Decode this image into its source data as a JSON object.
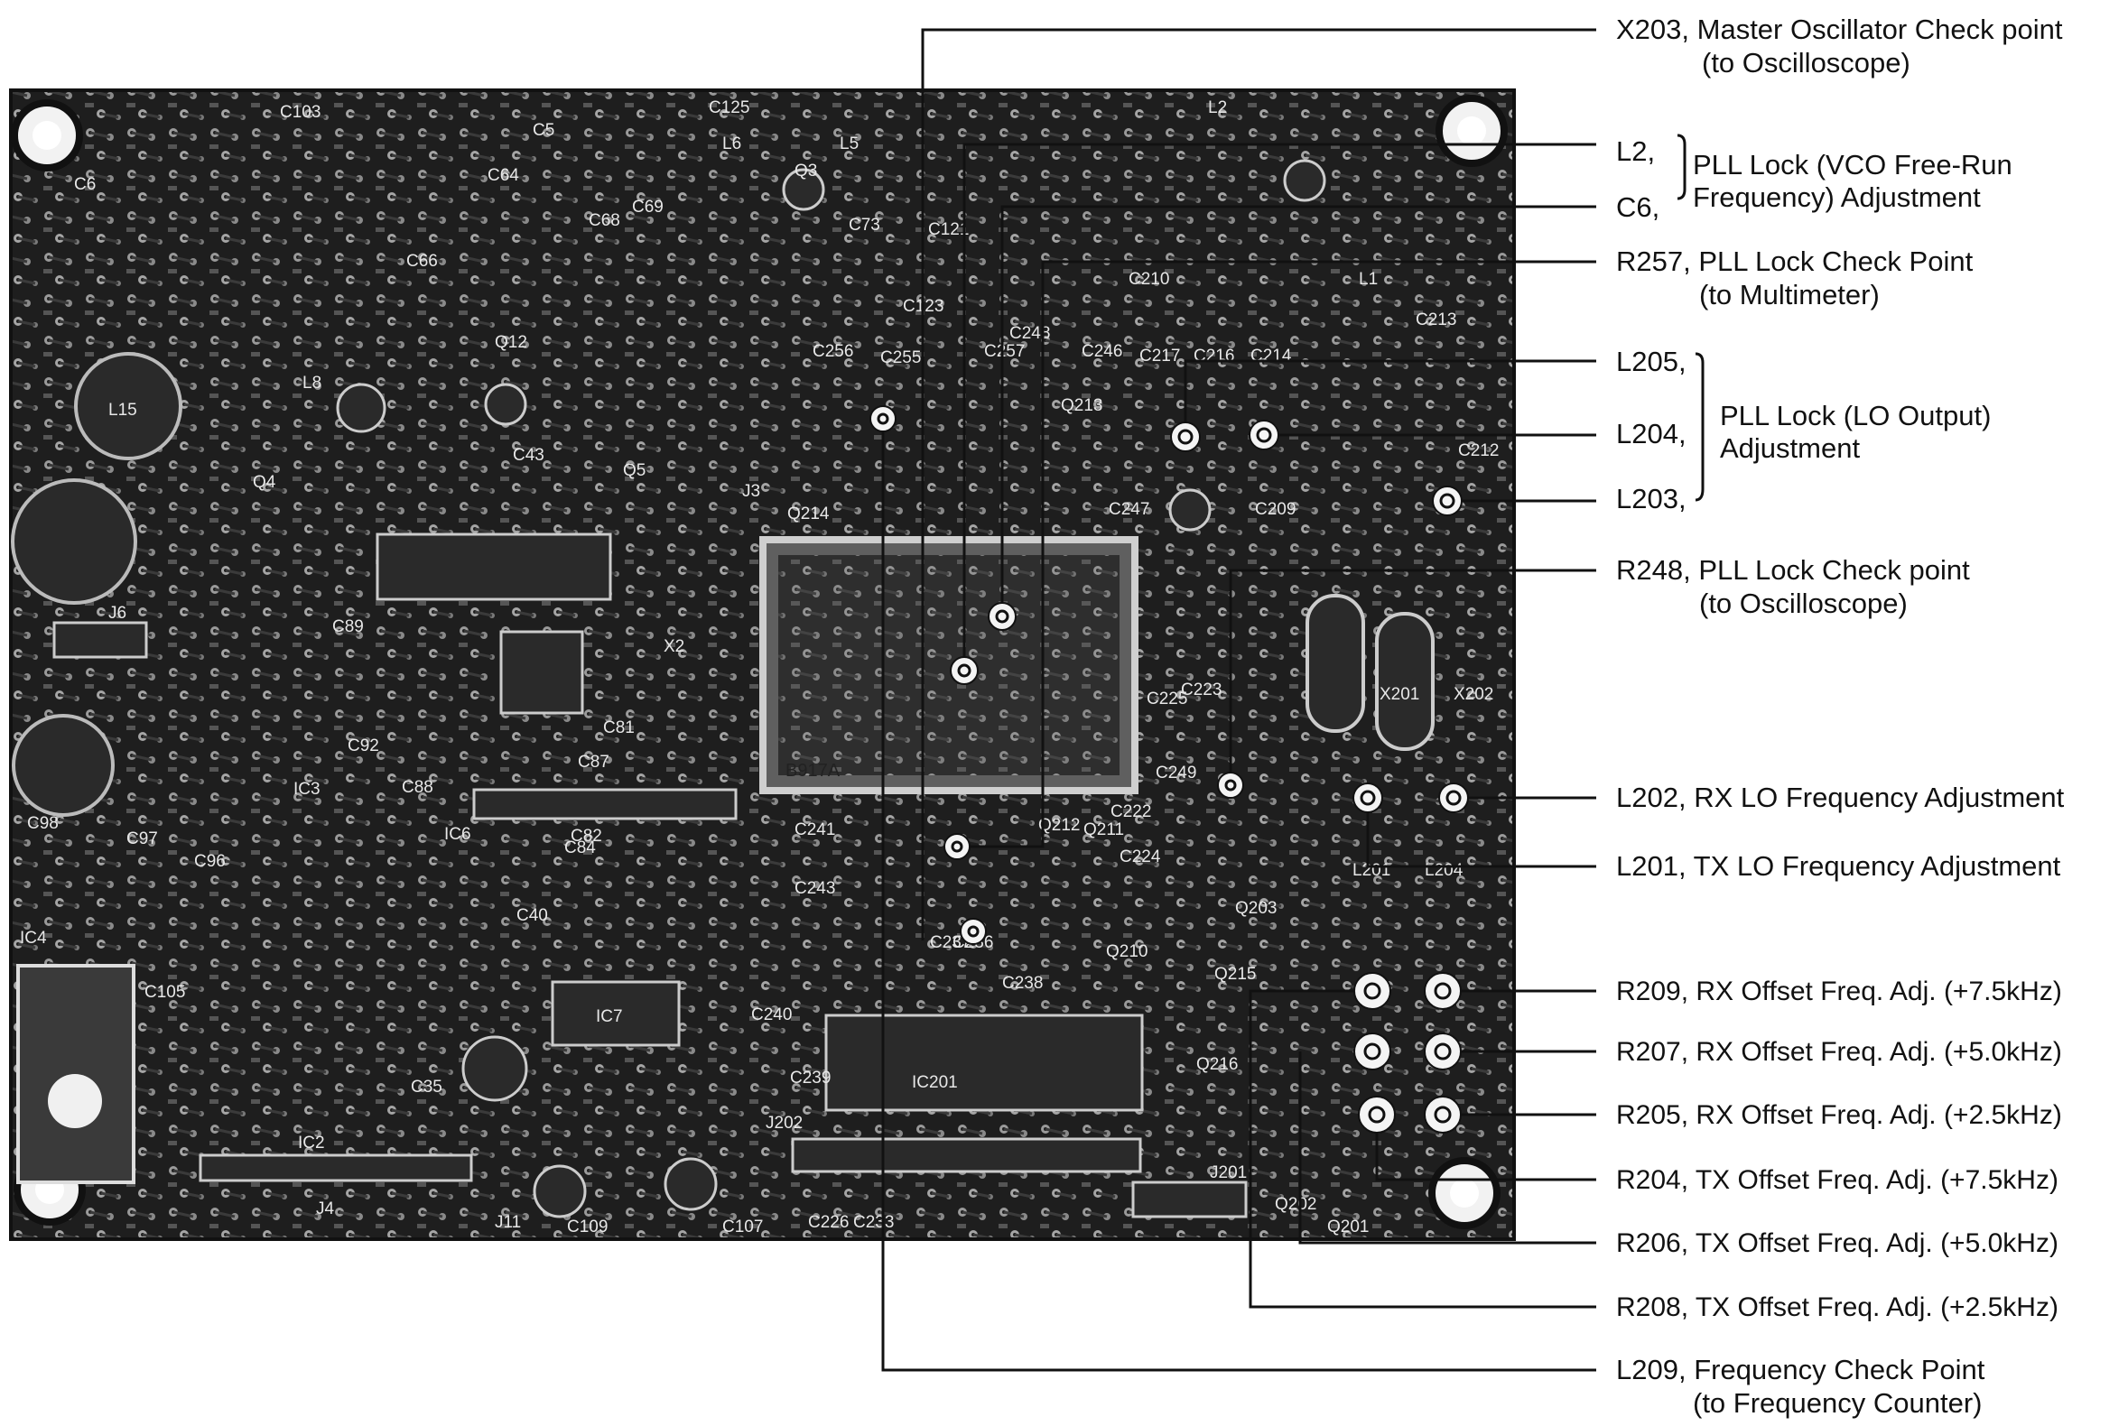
{
  "board": {
    "shield_marking": "B917A",
    "silkscreen": [
      "Q12",
      "C64",
      "C66",
      "C68",
      "C69",
      "C73",
      "C123",
      "C121",
      "C125",
      "C103",
      "C105",
      "L15",
      "L8",
      "L6",
      "L5",
      "Q3",
      "Q4",
      "Q5",
      "J3",
      "J6",
      "X2",
      "IC3",
      "IC6",
      "IC7",
      "IC4",
      "IC201",
      "IC2",
      "C256",
      "C255",
      "C257",
      "C249",
      "C246",
      "C247",
      "C248",
      "C217",
      "C216",
      "C214",
      "C213",
      "C212",
      "C209",
      "C210",
      "C222",
      "C223",
      "C224",
      "C225",
      "C226",
      "C233",
      "C236",
      "C237",
      "C238",
      "C239",
      "C240",
      "C241",
      "C243",
      "L201",
      "L204",
      "J201",
      "J202",
      "J11",
      "J4",
      "Q201",
      "Q202",
      "Q203",
      "Q210",
      "Q211",
      "Q212",
      "Q213",
      "Q214",
      "Q215",
      "Q216",
      "X201",
      "X202",
      "C88",
      "C87",
      "C89",
      "C92",
      "C96",
      "C97",
      "C98",
      "C81",
      "C82",
      "C84",
      "C109",
      "C107",
      "C35",
      "C5",
      "C6",
      "C40",
      "C43",
      "L2",
      "L1"
    ]
  },
  "annotations": {
    "x203": {
      "line1": "X203, Master Oscillator Check point",
      "line2": "(to Oscilloscope)"
    },
    "l2": "L2,",
    "c6": "C6,",
    "pll_vco": {
      "line1": "PLL Lock (VCO Free-Run",
      "line2": "Frequency) Adjustment"
    },
    "r257": {
      "line1": "R257, PLL Lock Check Point",
      "line2": "(to Multimeter)"
    },
    "l205": "L205,",
    "l204": "L204,",
    "l203": "L203,",
    "pll_lo": {
      "line1": "PLL Lock (LO Output)",
      "line2": "Adjustment"
    },
    "r248": {
      "line1": "R248, PLL Lock Check point",
      "line2": "(to Oscilloscope)"
    },
    "l202": "L202, RX LO Frequency Adjustment",
    "l201": "L201, TX LO Frequency Adjustment",
    "r209": "R209, RX Offset Freq. Adj. (+7.5kHz)",
    "r207": "R207, RX Offset Freq. Adj. (+5.0kHz)",
    "r205": "R205, RX Offset Freq. Adj. (+2.5kHz)",
    "r204": "R204, TX Offset Freq. Adj. (+7.5kHz)",
    "r206": "R206, TX Offset Freq. Adj. (+5.0kHz)",
    "r208": "R208, TX Offset Freq. Adj. (+2.5kHz)",
    "l209": {
      "line1": "L209, Frequency Check Point",
      "line2": "(to Frequency Counter)"
    }
  }
}
